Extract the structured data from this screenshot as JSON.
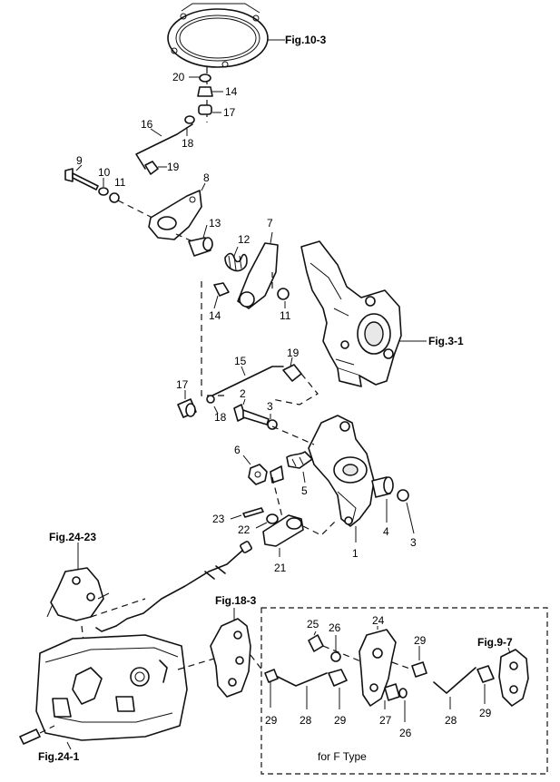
{
  "figure_refs": {
    "fig_10_3": "Fig.10-3",
    "fig_3_1": "Fig.3-1",
    "fig_24_23": "Fig.24-23",
    "fig_24_1": "Fig.24-1",
    "fig_18_3": "Fig.18-3",
    "fig_9_7": "Fig.9-7"
  },
  "inset_note": "for F Type",
  "callouts": {
    "c20": "20",
    "c14a": "14",
    "c17a": "17",
    "c16": "16",
    "c18a": "18",
    "c19a": "19",
    "c9": "9",
    "c10": "10",
    "c11a": "11",
    "c8": "8",
    "c13": "13",
    "c12": "12",
    "c7": "7",
    "c14b": "14",
    "c11b": "11",
    "c15": "15",
    "c19b": "19",
    "c17b": "17",
    "c18b": "18",
    "c2": "2",
    "c3a": "3",
    "c6": "6",
    "c5": "5",
    "c23": "23",
    "c22": "22",
    "c21": "21",
    "c1": "1",
    "c4": "4",
    "c3b": "3",
    "c25": "25",
    "c26a": "26",
    "c24": "24",
    "c29a": "29",
    "c29b": "29",
    "c28a": "28",
    "c29c": "29",
    "c27": "27",
    "c26b": "26",
    "c28b": "28",
    "c29d": "29"
  }
}
